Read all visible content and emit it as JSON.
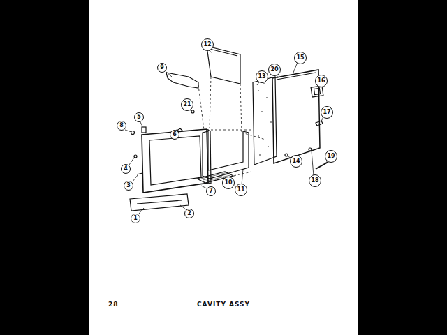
{
  "diagram": {
    "caption": "CAVITY ASSY",
    "labels": [
      "9",
      "12",
      "21",
      "6",
      "8",
      "5",
      "4",
      "3",
      "1",
      "2",
      "7",
      "10",
      "11",
      "13",
      "20",
      "15",
      "16",
      "17",
      "14",
      "18",
      "19",
      "28"
    ]
  }
}
